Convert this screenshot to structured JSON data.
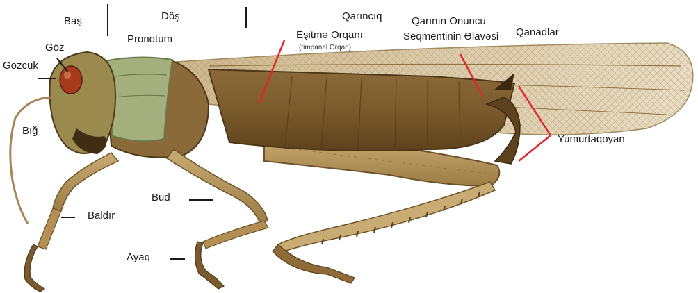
{
  "labels": {
    "bas": "Baş",
    "dos": "Döş",
    "qarinciq": "Qarıncıq",
    "pronotum": "Pronotum",
    "esitme_organi": "Eşitmə Orqanı",
    "timpanal_organ": "(timpanal Orqan)",
    "qarinin_onuncu_line1": "Qarının Onuncu",
    "qarinin_onuncu_line2": "Seqmentinin Əlavəsi",
    "qanadlar": "Qanadlar",
    "goz": "Göz",
    "gozcuk": "Gözcük",
    "big": "Bığ",
    "yumurtaqoyan": "Yumurtaqoyan",
    "bud": "Bud",
    "baldir": "Baldır",
    "ayaq": "Ayaq"
  },
  "colors": {
    "pointer_red": "#e0262a",
    "pointer_black": "#1a1a1a",
    "body_brown": "#7a5a2e",
    "pronotum_green": "#9aa873",
    "wing_tan": "#d8c7a4",
    "leg_tan": "#b99a62"
  },
  "image_subject": "grasshopper-photo"
}
